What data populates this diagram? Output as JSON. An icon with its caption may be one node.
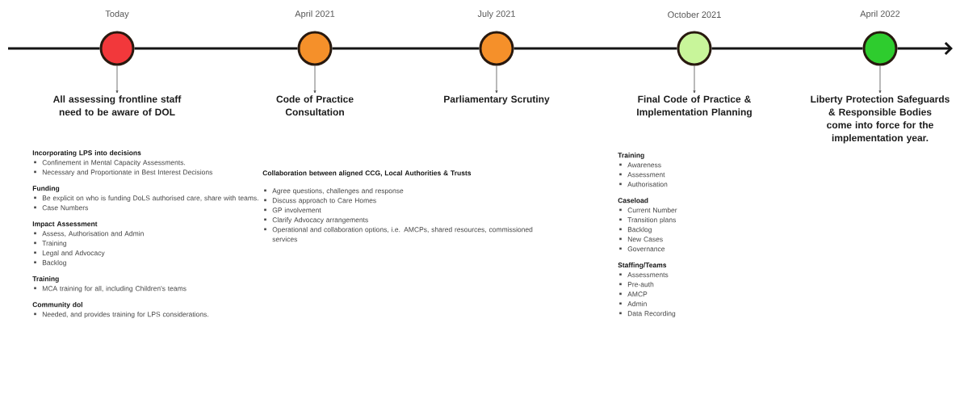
{
  "diagram": {
    "nodes": [
      {
        "text": [],
        "shape": "circle",
        "beside": [
          "Today"
        ]
      },
      {
        "text": [],
        "shape": "circle",
        "beside": [
          "April 2021"
        ]
      },
      {
        "text": [],
        "shape": "circle",
        "beside": [
          "July 2021"
        ]
      },
      {
        "text": [],
        "shape": "circle",
        "beside": [
          "October 2021"
        ]
      },
      {
        "text": [],
        "shape": "circle",
        "beside": [
          "April 2022"
        ]
      },
      {
        "text": [
          "All assessing frontline staff need to be aware of DOL"
        ]
      },
      {
        "text": [
          "Code of Practice Consultation"
        ]
      },
      {
        "text": [
          "Parliamentary Scrutiny"
        ]
      },
      {
        "text": [
          "Final Code of Practice & Implementation Planning"
        ]
      },
      {
        "text": [
          "Liberty Protection Safeguards & Responsible Bodies come into force for the implementation year."
        ]
      }
    ],
    "edges": [
      {
        "from": null,
        "to": 0,
        "arrow": "none"
      },
      {
        "from": 0,
        "to": 1,
        "arrow": "none"
      },
      {
        "from": 1,
        "to": 2,
        "arrow": "none"
      },
      {
        "from": 2,
        "to": 3,
        "arrow": "none"
      },
      {
        "from": 3,
        "to": 4,
        "arrow": "none"
      },
      {
        "from": 4,
        "to": null,
        "arrow": "to"
      },
      {
        "from": 0,
        "to": 5,
        "arrow": "to"
      },
      {
        "from": 1,
        "to": 6,
        "arrow": "to"
      },
      {
        "from": 2,
        "to": 7,
        "arrow": "to"
      },
      {
        "from": 3,
        "to": 8,
        "arrow": "to"
      },
      {
        "from": 4,
        "to": 9,
        "arrow": "to"
      }
    ],
    "labels": [
      "Incorporating LPS into decisions",
      "Confinement in Mental Capacity Assessments.",
      "Necessary and Proportionate in Best Interest Decisions",
      "Funding",
      "Be explicit on who is funding DoLS authorised care, share with teams.",
      "Case Numbers",
      "Impact Assessment",
      "Assess, Authorisation and Admin",
      "Training",
      "Legal and Advocacy",
      "Backlog",
      "Training",
      "MCA training for all, including Children's teams",
      "Community dol",
      "Needed, and provides training for LPS considerations.",
      "Collaboration between aligned CCG, Local Authorities & Trusts",
      "Agree questions, challenges and response",
      "Discuss approach to Care Homes",
      "GP involvement",
      "Clarify Advocacy arrangements",
      "Operational and collaboration options, i.e. AMCPs, shared resources, commissioned services",
      "Training",
      "Awareness",
      "Assessment",
      "Authorisation",
      "Caseload",
      "Current Number",
      "Transition plans",
      "Backlog",
      "New Cases",
      "Governance",
      "Staffing/Teams",
      "Assessments",
      "Pre-auth",
      "AMCP",
      "Admin",
      "Data Recording"
    ]
  }
}
